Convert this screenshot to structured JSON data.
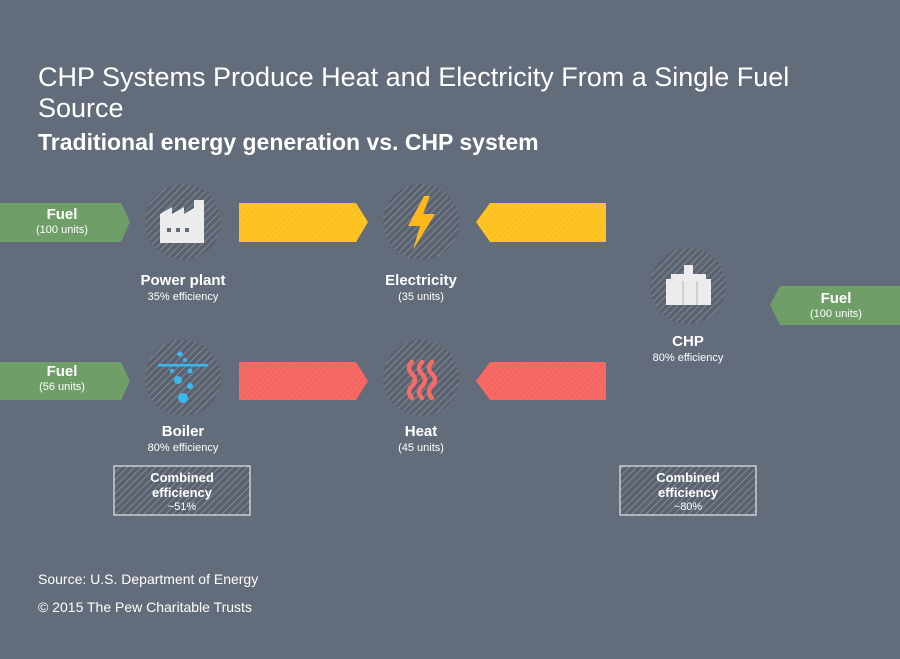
{
  "title": "CHP Systems Produce Heat and Electricity From a Single Fuel Source",
  "subtitle": "Traditional energy generation vs. CHP system",
  "colors": {
    "background": "#636c7a",
    "fuel_arrow": "#6f9e68",
    "electricity_arrow": "#ffc425",
    "heat_arrow": "#f86a64",
    "lightning": "#ffb81c",
    "droplets": "#3ab9ee",
    "heat_waves": "#f86a64"
  },
  "traditional": {
    "fuel_top": {
      "label": "Fuel",
      "units": "(100 units)"
    },
    "fuel_bottom": {
      "label": "Fuel",
      "units": "(56 units)"
    },
    "power_plant": {
      "label": "Power plant",
      "efficiency": "35% efficiency",
      "icon": "factory-icon"
    },
    "boiler": {
      "label": "Boiler",
      "efficiency": "80% efficiency",
      "icon": "water-droplets-icon"
    },
    "electricity": {
      "label": "Electricity",
      "units": "(35 units)",
      "icon": "lightning-icon"
    },
    "heat": {
      "label": "Heat",
      "units": "(45 units)",
      "icon": "heat-waves-icon"
    },
    "combined": {
      "line1": "Combined",
      "line2": "efficiency",
      "value": "~51%"
    }
  },
  "chp": {
    "fuel": {
      "label": "Fuel",
      "units": "(100 units)"
    },
    "plant": {
      "label": "CHP",
      "efficiency": "80% efficiency",
      "icon": "chp-plant-icon"
    },
    "combined": {
      "line1": "Combined",
      "line2": "efficiency",
      "value": "~80%"
    }
  },
  "footer": {
    "source": "Source: U.S. Department of Energy",
    "copyright": "© 2015 The Pew Charitable Trusts"
  }
}
